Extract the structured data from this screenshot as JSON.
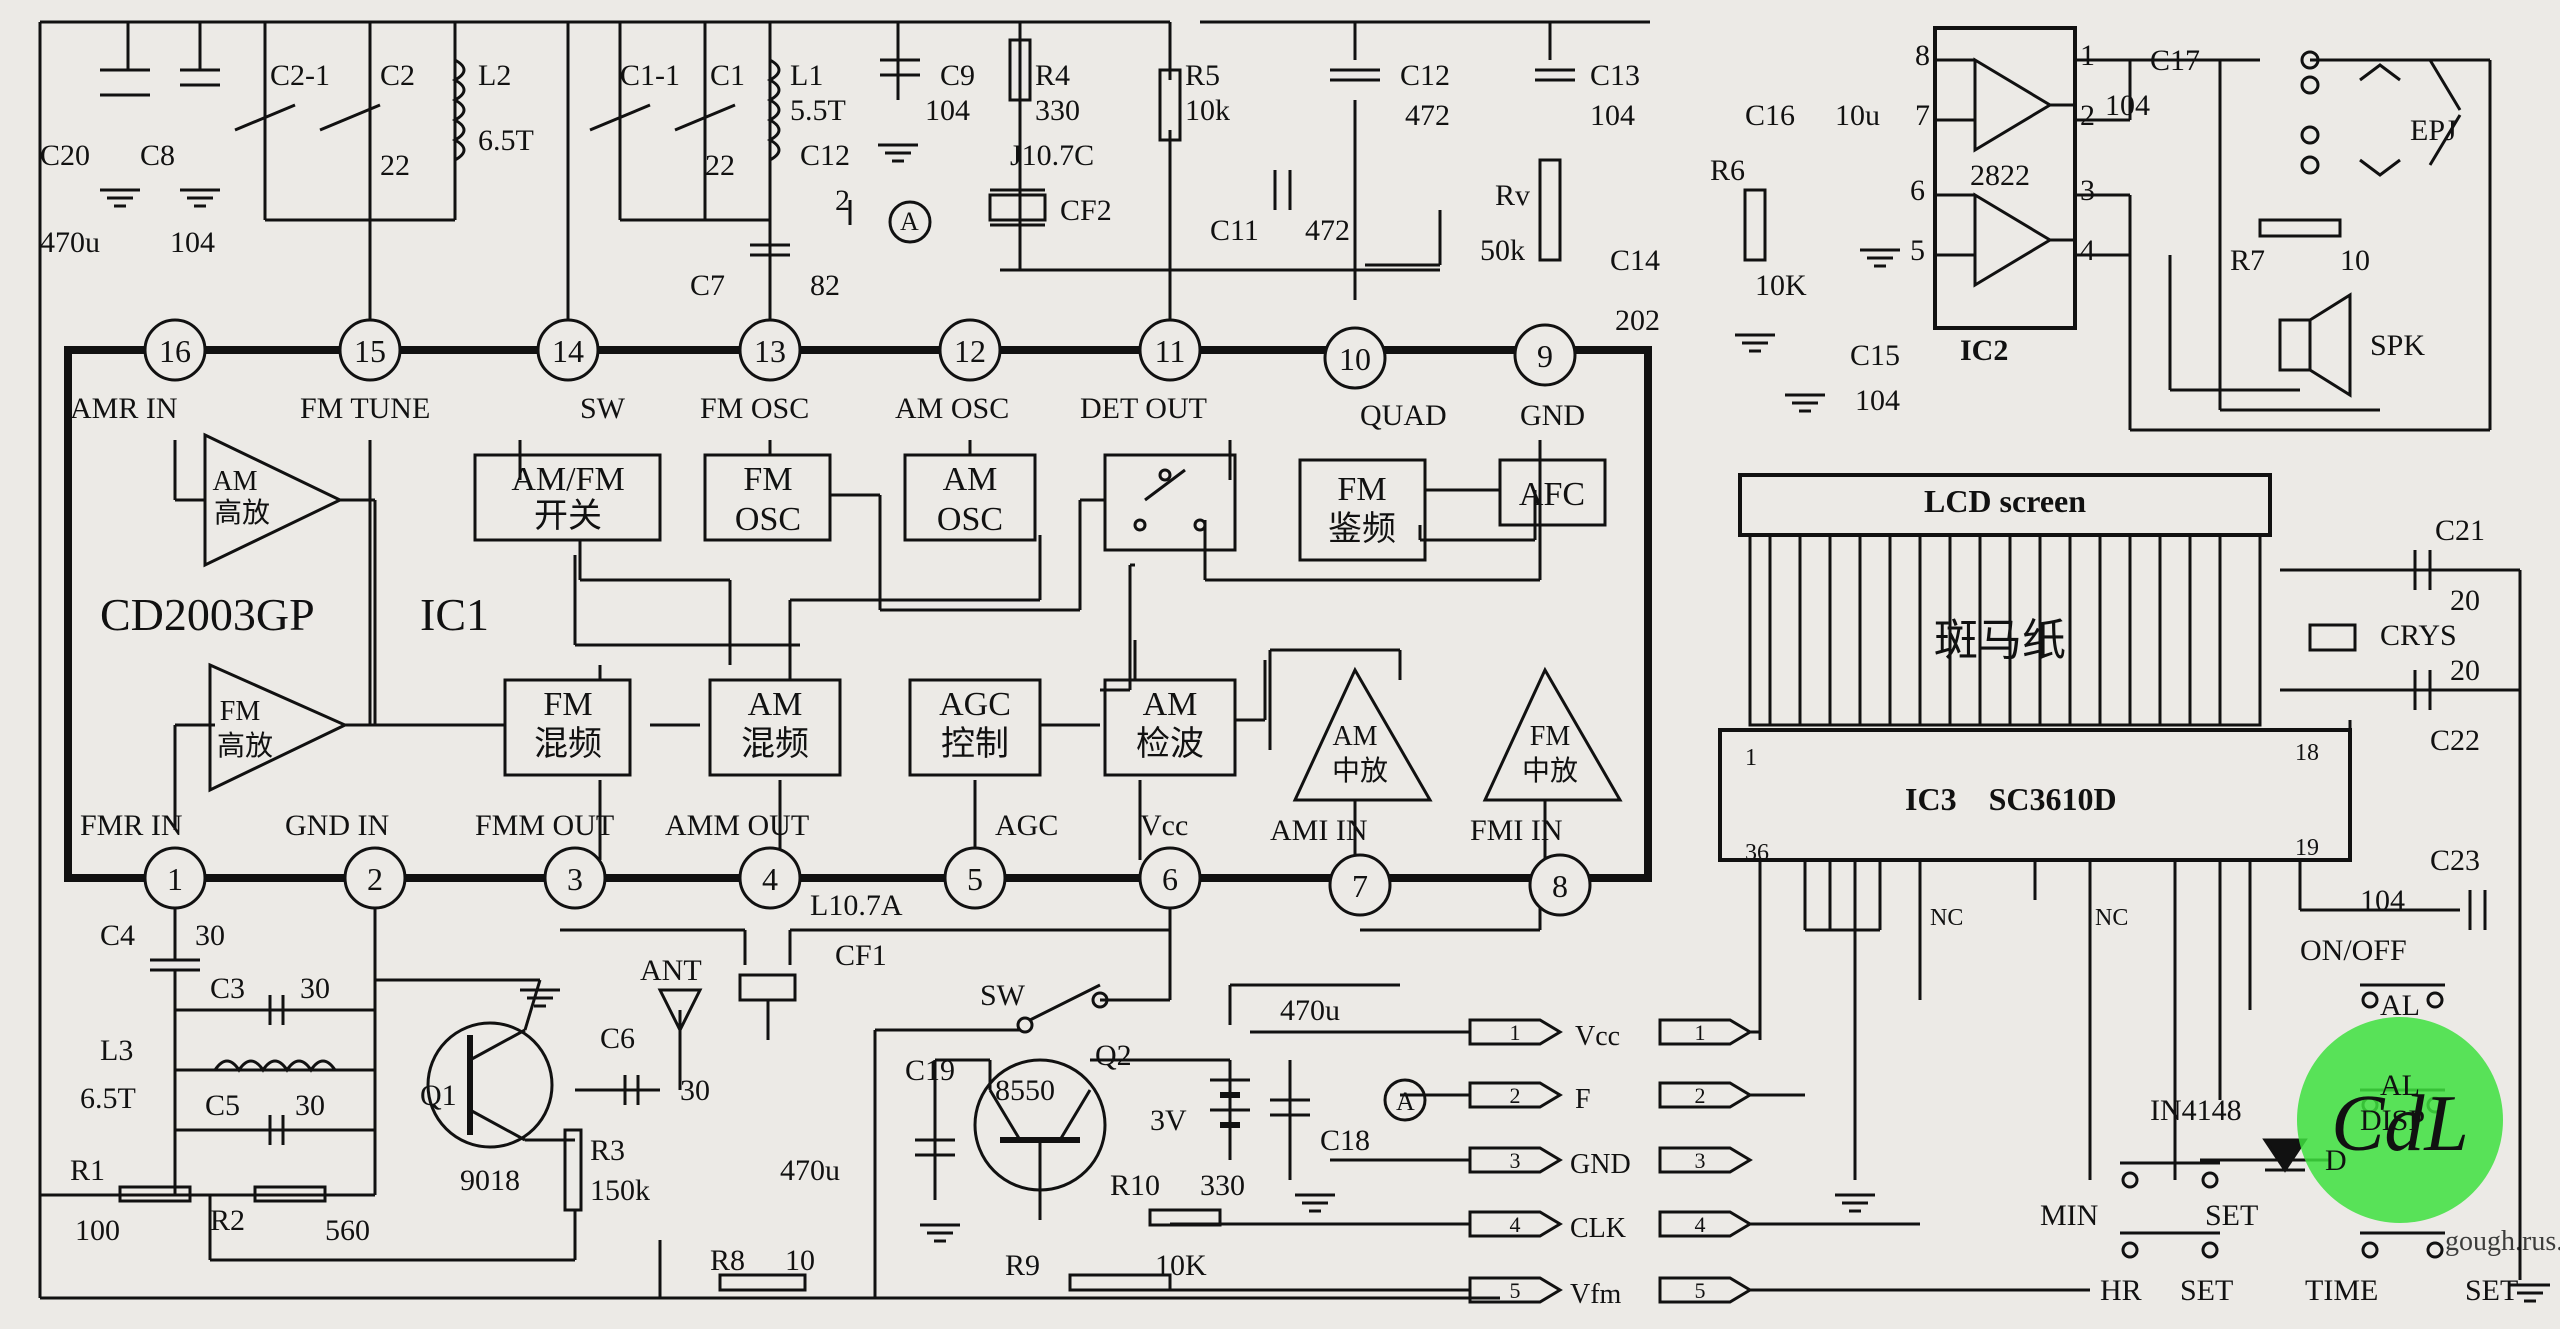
{
  "ic1": {
    "name": "CD2003GP",
    "ref": "IC1",
    "pins": [
      {
        "n": "16",
        "label": "AMR  IN"
      },
      {
        "n": "15",
        "label": "FM  TUNE"
      },
      {
        "n": "14",
        "label": "SW"
      },
      {
        "n": "13",
        "label": "FM  OSC"
      },
      {
        "n": "12",
        "label": "AM  OSC"
      },
      {
        "n": "11",
        "label": "DET  OUT"
      },
      {
        "n": "10",
        "label": "QUAD"
      },
      {
        "n": "9",
        "label": "GND"
      },
      {
        "n": "1",
        "label": "FMR  IN"
      },
      {
        "n": "2",
        "label": "GND IN"
      },
      {
        "n": "3",
        "label": "FMM  OUT"
      },
      {
        "n": "4",
        "label": "AMM  OUT"
      },
      {
        "n": "5",
        "label": "AGC"
      },
      {
        "n": "6",
        "label": "Vcc"
      },
      {
        "n": "7",
        "label": "AMI  IN"
      },
      {
        "n": "8",
        "label": "FMI  IN"
      }
    ],
    "blocks": {
      "amrf": [
        "AM",
        "高放"
      ],
      "fmrf": [
        "FM",
        "高放"
      ],
      "sw": [
        "AM/FM",
        "开关"
      ],
      "fmosc": [
        "FM",
        "OSC"
      ],
      "amosc": [
        "AM",
        "OSC"
      ],
      "fmdisc": [
        "FM",
        "鉴频"
      ],
      "afc": "AFC",
      "fmmix": [
        "FM",
        "混频"
      ],
      "ammix": [
        "AM",
        "混频"
      ],
      "agc": [
        "AGC",
        "控制"
      ],
      "amdet": [
        "AM",
        "检波"
      ],
      "amif": [
        "AM",
        "中放"
      ],
      "fmif": [
        "FM",
        "中放"
      ]
    }
  },
  "ic2": {
    "name": "2822",
    "ref": "IC2",
    "pins": [
      "8",
      "7",
      "6",
      "5",
      "1",
      "2",
      "3",
      "4"
    ]
  },
  "ic3": {
    "title": "IC3    SC3610D",
    "pin1": "1",
    "pin36": "36",
    "pin18": "18",
    "pin19": "19",
    "nc1": "NC",
    "nc2": "NC",
    "lcd": "LCD screen",
    "zebra": "斑马纸"
  },
  "components": {
    "c20": [
      "C20",
      "470u"
    ],
    "c8": [
      "C8",
      "104"
    ],
    "c2_1": "C2-1",
    "c2": [
      "C2",
      "22"
    ],
    "l2": [
      "L2",
      "6.5T"
    ],
    "c1_1": "C1-1",
    "c1": [
      "C1",
      "22"
    ],
    "l1": [
      "L1",
      "5.5T"
    ],
    "c9": [
      "C9",
      "104"
    ],
    "r4": [
      "R4",
      "330"
    ],
    "cf2": [
      "J10.7C",
      "CF2"
    ],
    "c12a": "C12",
    "c12a_pin": "2",
    "r5": [
      "R5",
      "10k"
    ],
    "c12": [
      "C12",
      "472"
    ],
    "c13": [
      "C13",
      "104"
    ],
    "c11": [
      "C11",
      "472"
    ],
    "c7": [
      "C7",
      "82"
    ],
    "rv": [
      "Rv",
      "50k"
    ],
    "c16": [
      "C16",
      "10u"
    ],
    "r6": [
      "R6",
      "10K"
    ],
    "c14": [
      "C14",
      "202"
    ],
    "c15": [
      "C15",
      "104"
    ],
    "c17": [
      "C17",
      "104"
    ],
    "epj": "EPJ",
    "r7": [
      "R7",
      "10"
    ],
    "spk": "SPK",
    "c21": [
      "C21",
      "20"
    ],
    "crys": "CRYS",
    "c22": [
      "C22",
      "20"
    ],
    "c23": [
      "C23",
      "104"
    ],
    "onoff": "ON/OFF",
    "al": "AL",
    "aldisp": [
      "AL",
      "DISP"
    ],
    "c4": [
      "C4",
      "30"
    ],
    "c3": [
      "C3",
      "30"
    ],
    "l3": [
      "L3",
      "6.5T"
    ],
    "c5": [
      "C5",
      "30"
    ],
    "q1": [
      "Q1",
      "9018"
    ],
    "c6": [
      "C6",
      "30"
    ],
    "ant": "ANT",
    "r3": [
      "R3",
      "150k"
    ],
    "r1": [
      "R1",
      "100"
    ],
    "r2": [
      "R2",
      "560"
    ],
    "r8": [
      "R8",
      "10"
    ],
    "r9": [
      "R9",
      "10K"
    ],
    "cf1": [
      "L10.7A",
      "CF1"
    ],
    "sw": "SW",
    "q2": [
      "8550",
      "Q2"
    ],
    "c19": [
      "C19",
      "470u"
    ],
    "r10": [
      "R10",
      "330"
    ],
    "c18": [
      "470u",
      "C18"
    ],
    "batt": "3V",
    "d": [
      "IN4148",
      "D"
    ],
    "minset": [
      "MIN",
      "SET"
    ],
    "hrset": [
      "HR",
      "SET"
    ],
    "timeset": [
      "TIME",
      "SET"
    ],
    "signA": "A"
  },
  "connector": [
    {
      "n": "1",
      "label": "Vcc"
    },
    {
      "n": "2",
      "label": "F"
    },
    {
      "n": "3",
      "label": "GND"
    },
    {
      "n": "4",
      "label": "CLK"
    },
    {
      "n": "5",
      "label": "Vfm"
    }
  ],
  "watermark": {
    "logo": "CdL",
    "url": "gough.rus.com"
  },
  "colors": {
    "ink": "#111111",
    "paper": "#eceae6",
    "logo": "#3ee03e"
  }
}
